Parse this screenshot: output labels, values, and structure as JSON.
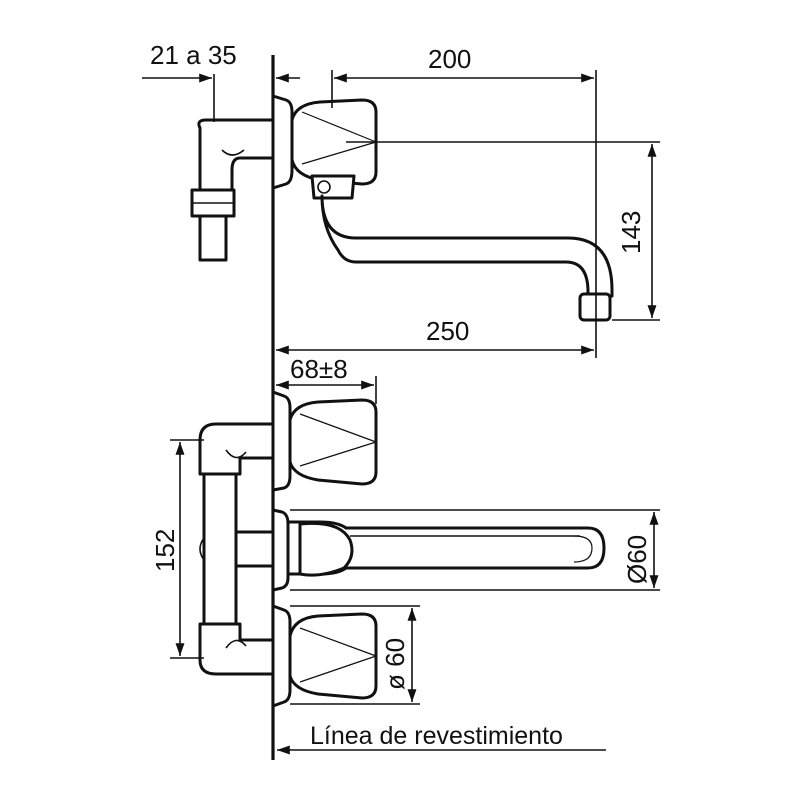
{
  "dimensions": {
    "inlet_offset": "21 a 35",
    "spout_reach": "200",
    "spout_height": "143",
    "overall_length": "250",
    "handle_projection": "68±8",
    "center_distance": "152",
    "rosette_diameter_right": "Ø60",
    "rosette_diameter_bottom": "ø 60"
  },
  "caption": "Línea de revestimiento",
  "colors": {
    "ink": "#111111",
    "background": "#ffffff"
  }
}
